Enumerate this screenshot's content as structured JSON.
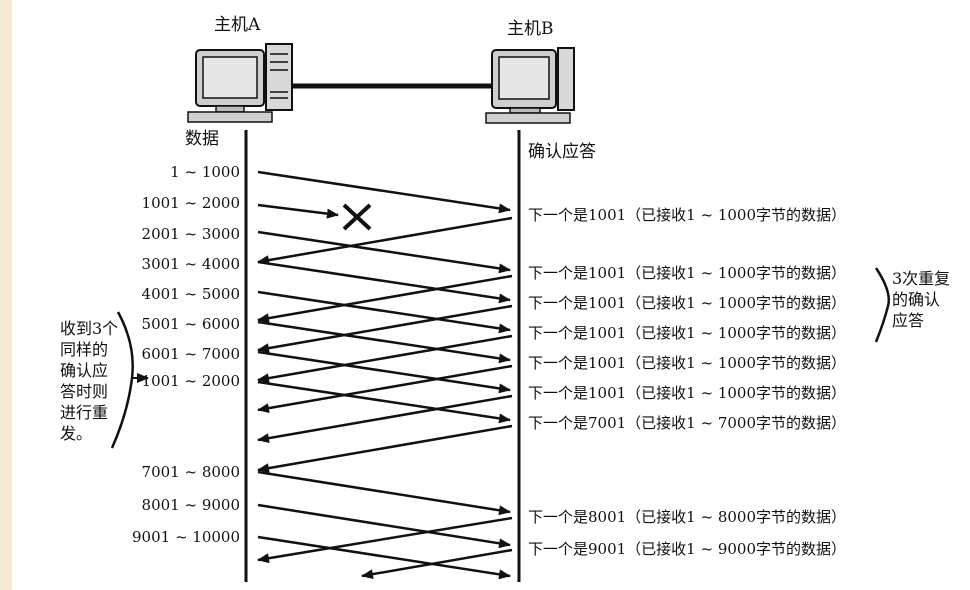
{
  "hosts": {
    "a": "主机A",
    "b": "主机B"
  },
  "columns": {
    "left": "数据",
    "right": "确认应答"
  },
  "segments": [
    {
      "label": "1 ~ 1000"
    },
    {
      "label": "1001 ~ 2000"
    },
    {
      "label": "2001 ~ 3000"
    },
    {
      "label": "3001 ~ 4000"
    },
    {
      "label": "4001 ~ 5000"
    },
    {
      "label": "5001 ~ 6000"
    },
    {
      "label": "6001 ~ 7000"
    },
    {
      "label": "1001 ~ 2000"
    },
    {
      "label": "7001 ~ 8000"
    },
    {
      "label": "8001 ~ 9000"
    },
    {
      "label": "9001 ~ 10000"
    }
  ],
  "acks": [
    {
      "label": "下一个是1001（已接收1 ~ 1000字节的数据）"
    },
    {
      "label": "下一个是1001（已接收1 ~ 1000字节的数据）"
    },
    {
      "label": "下一个是1001（已接收1 ~ 1000字节的数据）"
    },
    {
      "label": "下一个是1001（已接收1 ~ 1000字节的数据）"
    },
    {
      "label": "下一个是1001（已接收1 ~ 1000字节的数据）"
    },
    {
      "label": "下一个是1001（已接收1 ~ 1000字节的数据）"
    },
    {
      "label": "下一个是7001（已接收1 ~ 7000字节的数据）"
    },
    {
      "label": "下一个是8001（已接收1 ~ 8000字节的数据）"
    },
    {
      "label": "下一个是9001（已接收1 ~ 9000字节的数据）"
    }
  ],
  "notes": {
    "left_lines": [
      "收到3个",
      "同样的",
      "确认应",
      "答时则",
      "进行重",
      "发。"
    ],
    "right_lines": [
      "3次重复",
      "的确认",
      "应答"
    ]
  },
  "colors": {
    "ink": "#111111",
    "monitor_screen": "#d9d9d9",
    "monitor_body": "#cfcfcf",
    "border": "#f5ead6"
  }
}
